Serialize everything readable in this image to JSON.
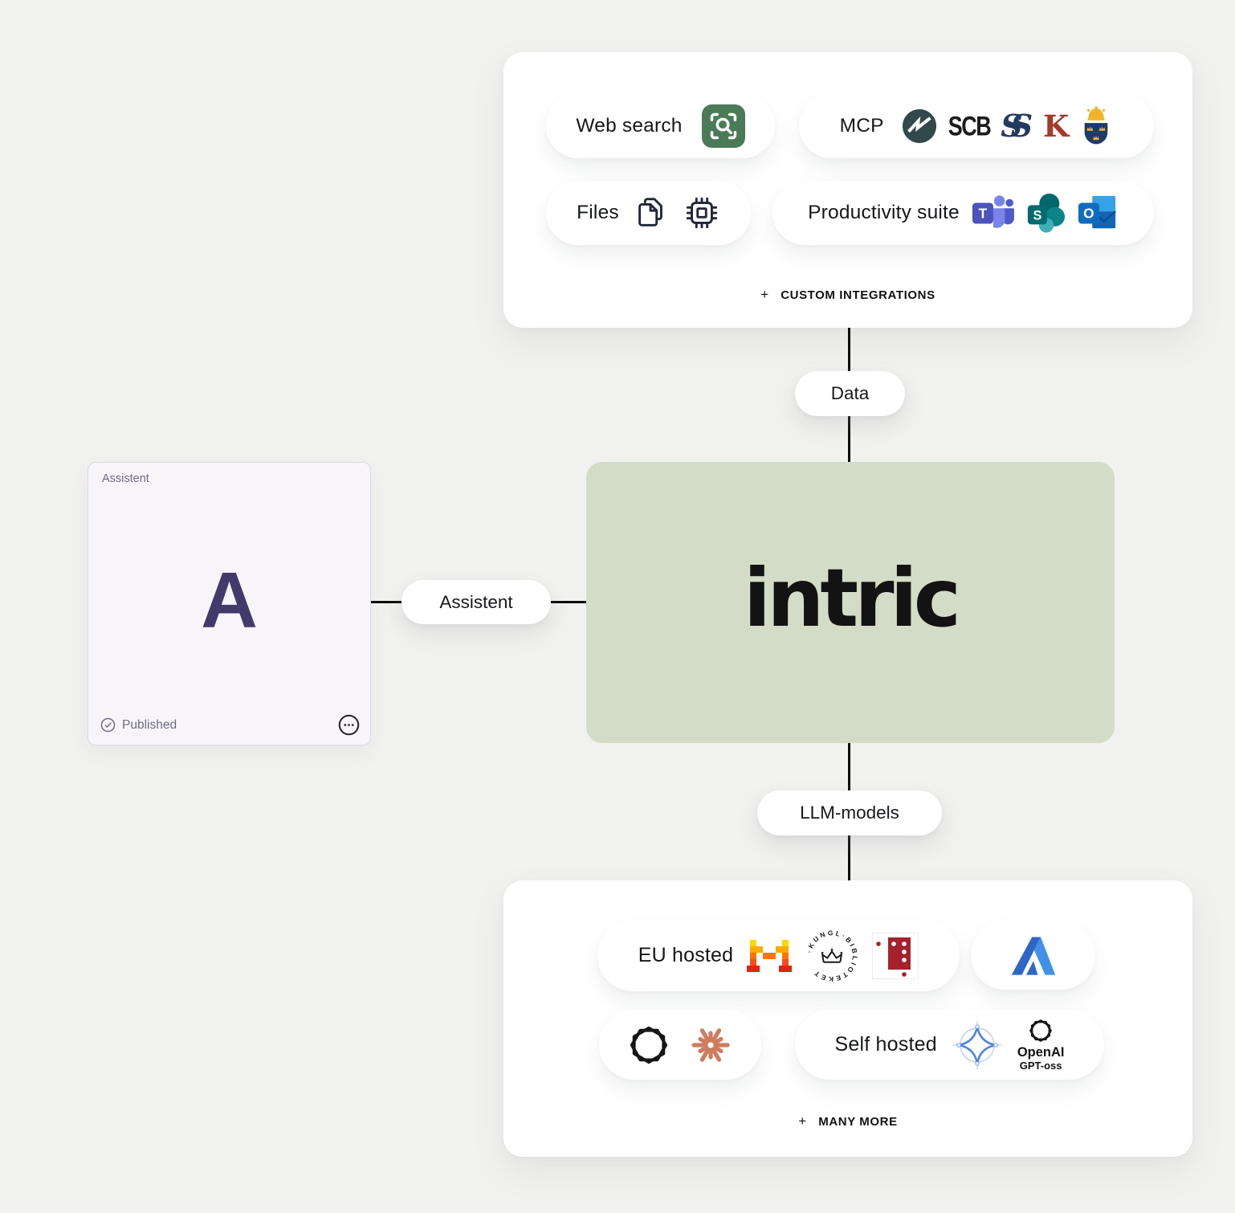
{
  "top_card": {
    "web_search_label": "Web search",
    "mcp_label": "MCP",
    "files_label": "Files",
    "productivity_label": "Productivity suite",
    "footer_plus": "+",
    "footer_label": "CUSTOM INTEGRATIONS"
  },
  "connectors": {
    "data_label": "Data",
    "assistent_label": "Assistent",
    "llm_label": "LLM-models"
  },
  "assistant_card": {
    "title": "Assistent",
    "initial": "A",
    "status_label": "Published"
  },
  "intric_box": {
    "wordmark": "intric"
  },
  "bottom_card": {
    "eu_hosted_label": "EU hosted",
    "self_hosted_label": "Self hosted",
    "gpt_oss_line1": "OpenAI",
    "gpt_oss_line2": "GPT-oss",
    "footer_plus": "+",
    "footer_label": "MANY MORE"
  },
  "logo_text": {
    "scb": "SCB",
    "monogram_s1": "S",
    "monogram_s2": "S",
    "k_letter": "K",
    "teams_letter": "T",
    "sharepoint_letter": "S",
    "outlook_letter": "O",
    "kb_ring": "·KUNGL·BIBLIOTEKET"
  },
  "colors": {
    "background": "#f1f1ef",
    "intric_green": "#d3dcc7",
    "assistant_purple": "#423a6a",
    "web_search_green": "#4b7a57",
    "connector_line": "#0d0d0d"
  }
}
